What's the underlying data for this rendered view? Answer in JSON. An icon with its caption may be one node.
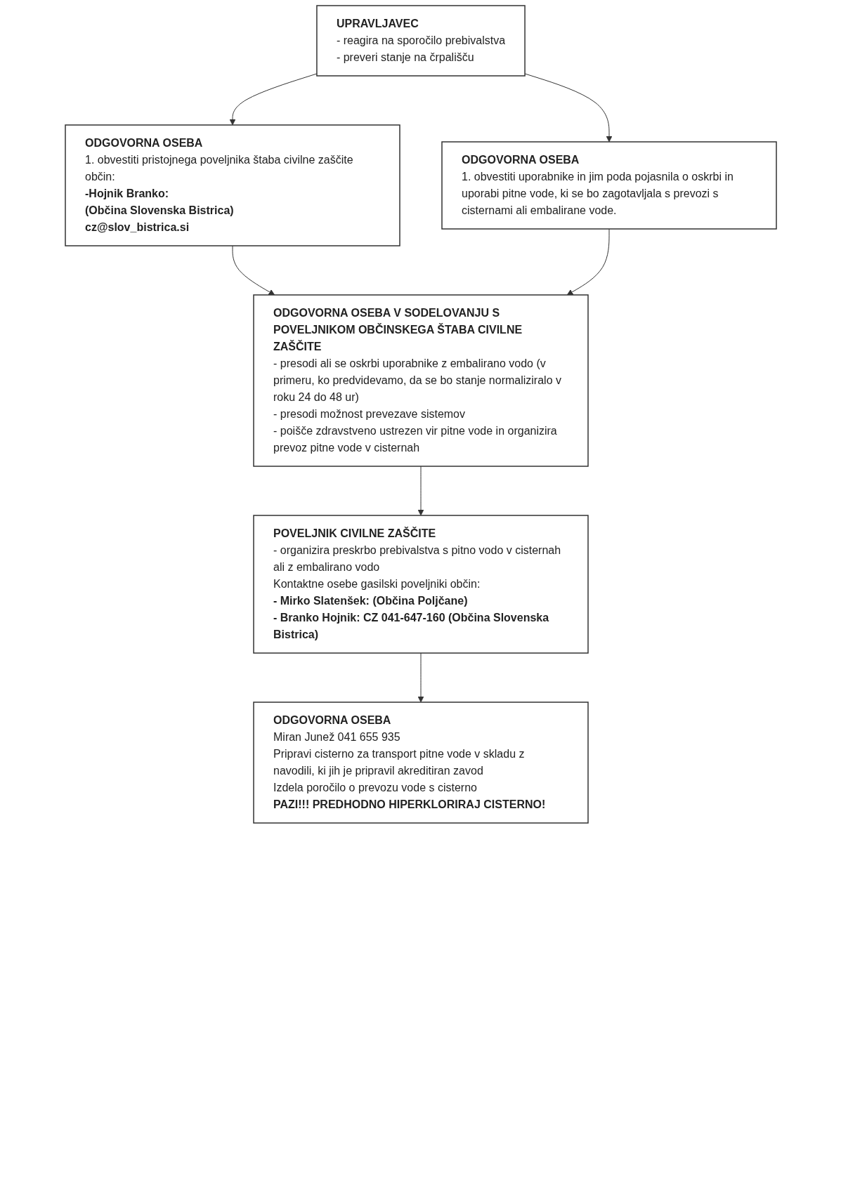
{
  "diagram": {
    "nodes": [
      {
        "text": [
          "UPRAVLJAVEC",
          "- reagira na sporočilo prebivalstva",
          "- preveri stanje na črpališču"
        ]
      },
      {
        "text": [
          "ODGOVORNA OSEBA",
          "1. obvestiti pristojnega poveljnika štaba civilne zaščite občin:",
          "-Hojnik Branko:",
          "(Občina Slovenska Bistrica)",
          "cz@slov_bistrica.si"
        ]
      },
      {
        "text": [
          "ODGOVORNA OSEBA",
          "1. obvestiti uporabnike in jim poda pojasnila o oskrbi in uporabi pitne vode, ki se bo zagotavljala s prevozi s cisternami ali embalirane vode."
        ]
      },
      {
        "text": [
          "ODGOVORNA OSEBA V SODELOVANJU S POVELJNIKOM OBČINSKEGA ŠTABA CIVILNE ZAŠČITE",
          "- presodi ali se oskrbi uporabnike z embalirano vodo (v primeru, ko predvidevamo, da se bo stanje normaliziralo v roku 24 do 48 ur)",
          "- presodi možnost prevezave sistemov",
          "- poišče zdravstveno ustrezen vir pitne vode in organizira prevoz pitne vode v cisternah"
        ]
      },
      {
        "text": [
          "POVELJNIK CIVILNE ZAŠČITE",
          "- organizira preskrbo prebivalstva s pitno vodo v cisternah ali z embalirano vodo",
          "Kontaktne osebe gasilski poveljniki občin:",
          "- Mirko Slatenšek: (Občina Poljčane)",
          "- Branko Hojnik: CZ 041-647-160 (Občina Slovenska Bistrica)"
        ]
      },
      {
        "text": [
          "ODGOVORNA OSEBA",
          "Miran Junež 041 655 935",
          "Pripravi cisterno za transport pitne vode v skladu z navodili, ki jih je pripravil akreditiran zavod",
          "Izdela poročilo o prevozu vode s cisterno",
          "PAZI!!! PREDHODNO HIPERKLORIRAJ CISTERNO!"
        ]
      }
    ],
    "edges": [
      {
        "from": 0,
        "to": 1,
        "arrow": "to"
      },
      {
        "from": 0,
        "to": 2,
        "arrow": "to"
      },
      {
        "from": 1,
        "to": 3,
        "arrow": "to"
      },
      {
        "from": 2,
        "to": 3,
        "arrow": "to"
      },
      {
        "from": 3,
        "to": 4,
        "arrow": "to"
      },
      {
        "from": 4,
        "to": 5,
        "arrow": "to"
      }
    ]
  }
}
